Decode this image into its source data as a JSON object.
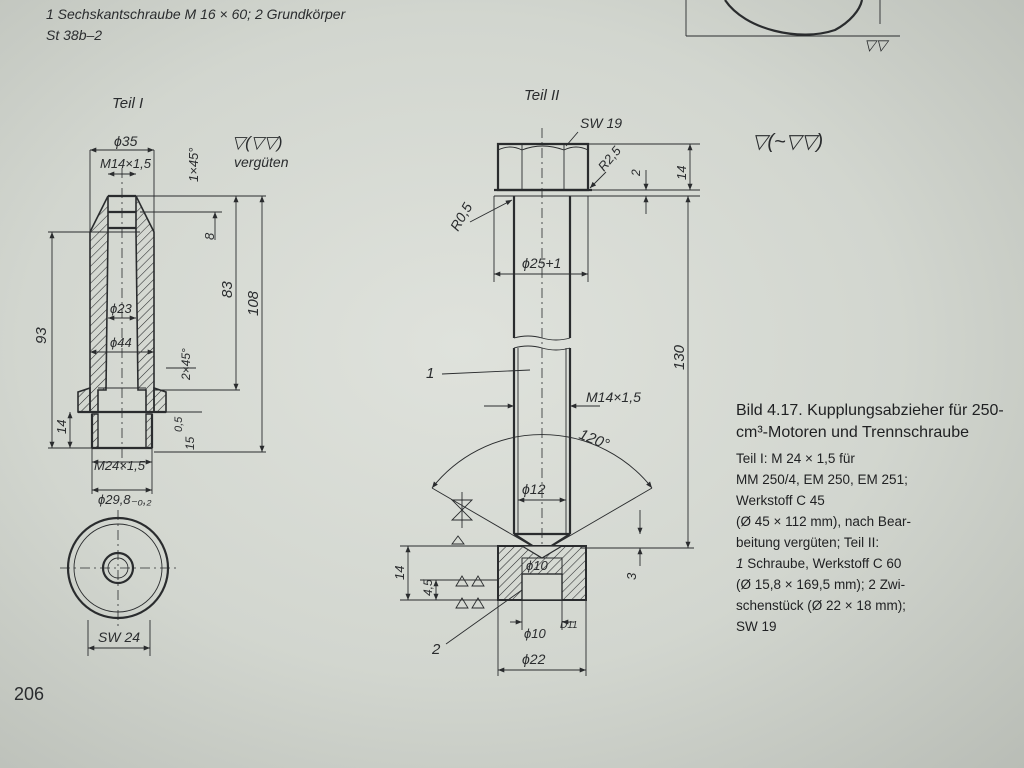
{
  "header": {
    "line1": "1 Sechskantschraube M 16 × 60; 2 Grundkörper",
    "line2": "St 38b–2"
  },
  "page_number": "206",
  "surface_symbol_top": "▽▽",
  "part1": {
    "label": "Teil I",
    "surface": "▽(▽▽)",
    "treatment": "vergüten",
    "dims": {
      "d35": "ϕ35",
      "thread_top": "M14×1,5",
      "chamfer_top": "1×45°",
      "d8": "8",
      "d83": "83",
      "d108": "108",
      "d93": "93",
      "d23": "ϕ23",
      "d44": "ϕ44",
      "chamfer_mid": "2×45°",
      "d14": "14",
      "d05": "0,5",
      "d15": "15",
      "thread_bottom": "M24×1,5",
      "d298": "ϕ29,8₋₀,₂",
      "sw": "SW 24"
    }
  },
  "part2": {
    "label": "Teil II",
    "surface": "▽(~▽▽)",
    "dims": {
      "sw": "SW 19",
      "r25": "R2,5",
      "d14": "14",
      "d2": "2",
      "r05": "R0,5",
      "d25": "ϕ25+1",
      "pos1": "1",
      "thread": "M14×1,5",
      "d130": "130",
      "angle": "120°",
      "d12": "ϕ12",
      "d3": "3",
      "d10a": "ϕ10",
      "d14b": "14",
      "d45": "4,5",
      "pos2": "2",
      "d10b": "ϕ10",
      "fit": "D11",
      "d22": "ϕ22"
    }
  },
  "caption": {
    "title": "Bild 4.17. Kupplungsabzieher für 250-cm³-Motoren und Trennschraube",
    "line1": "Teil I: M 24 × 1,5 für",
    "line2": "MM 250/4, EM 250, EM 251;",
    "line3": "Werkstoff C 45",
    "line4": "(Ø 45 × 112 mm), nach Bear-",
    "line5": "beitung vergüten; Teil II:",
    "line6_num": "1",
    "line6_text": "Schraube, Werkstoff C 60",
    "line7": "(Ø 15,8 × 169,5 mm); 2 Zwi-",
    "line8": "schenstück (Ø 22 × 18 mm);",
    "line9": "SW 19"
  }
}
